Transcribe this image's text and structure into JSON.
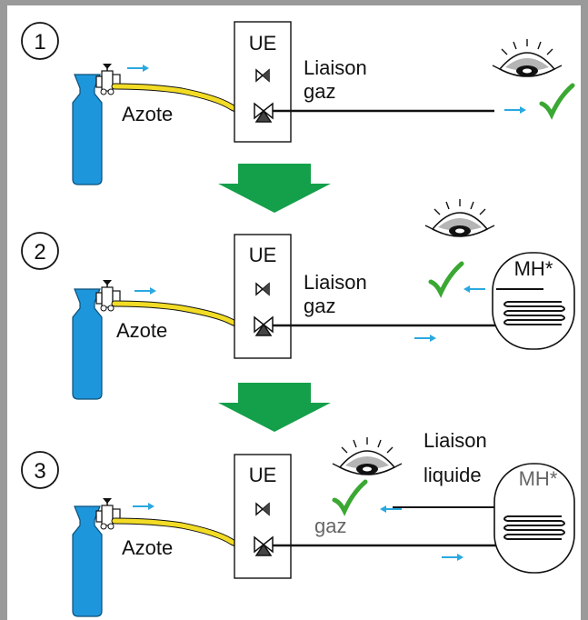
{
  "colors": {
    "frame": "#9a9a9a",
    "cylinder": "#1e96dc",
    "hose": "#f2dc25",
    "arrow_big": "#14a04a",
    "flow_arrow": "#2aa8e0",
    "check": "#3aa832",
    "line": "#111111",
    "eye_grey": "#b5b5b5"
  },
  "panels": [
    {
      "step": "1",
      "ue": "UE",
      "gas_label": "Azote",
      "line_label": [
        "Liaison",
        "gaz"
      ],
      "eye_icon": "eye-icon",
      "check_icon": "checkmark-icon"
    },
    {
      "step": "2",
      "ue": "UE",
      "gas_label": "Azote",
      "line_label": [
        "Liaison",
        "gaz"
      ],
      "unit_label": "MH*",
      "eye_icon": "eye-icon",
      "check_icon": "checkmark-icon"
    },
    {
      "step": "3",
      "ue": "UE",
      "gas_label": "Azote",
      "liquid_label": [
        "Liaison",
        "liquide"
      ],
      "gas_line_label": "gaz",
      "unit_label": "MH*",
      "eye_icon": "eye-icon",
      "check_icon": "checkmark-icon"
    }
  ],
  "between_arrows": [
    "down-arrow-icon",
    "down-arrow-icon"
  ]
}
